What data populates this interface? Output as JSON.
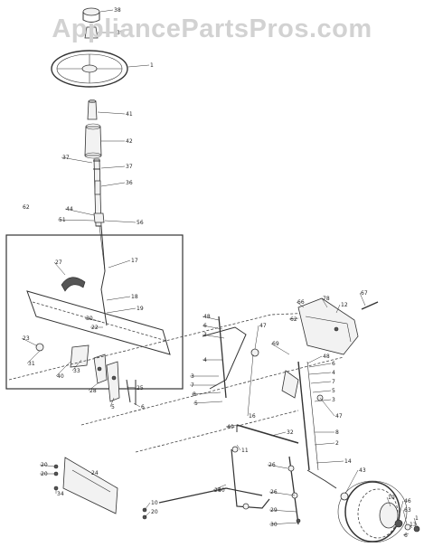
{
  "watermark": "AppliancePartsPros.com",
  "callouts": [
    "38",
    "39",
    "1",
    "41",
    "42",
    "37",
    "37",
    "36",
    "62",
    "44",
    "51",
    "56",
    "27",
    "17",
    "18",
    "19",
    "30",
    "22",
    "23",
    "31",
    "40",
    "33",
    "28",
    "25",
    "5",
    "6",
    "24",
    "25",
    "40",
    "20",
    "20",
    "34",
    "48",
    "6",
    "3",
    "4",
    "3",
    "7",
    "8",
    "5",
    "16",
    "47",
    "69",
    "62",
    "78",
    "12",
    "67",
    "66",
    "48",
    "6",
    "4",
    "7",
    "5",
    "3",
    "47",
    "8",
    "2",
    "14",
    "32",
    "40",
    "11",
    "26",
    "10",
    "20",
    "26",
    "29",
    "30",
    "43",
    "10",
    "46",
    "63",
    "13",
    "6",
    "1"
  ]
}
